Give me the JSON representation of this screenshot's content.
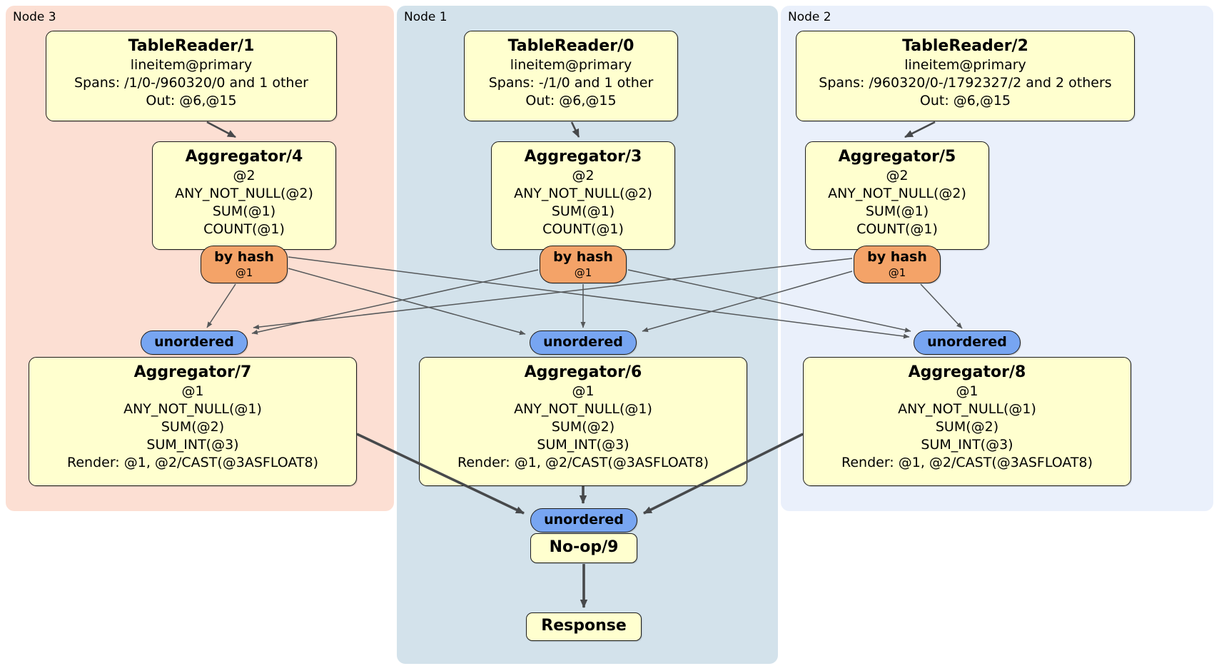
{
  "regions": {
    "node3": {
      "label": "Node 3",
      "bg": "#fcdfd3"
    },
    "node1": {
      "label": "Node 1",
      "bg": "#d3e2eb"
    },
    "node2": {
      "label": "Node 2",
      "bg": "#eaf0fb"
    }
  },
  "colors": {
    "processor_fill": "#ffffcf",
    "router_fill": "#f4a368",
    "sync_fill": "#77a5f1",
    "edge_thin": "#55585a",
    "edge_thick": "#47494b",
    "border": "#1c1c1c"
  },
  "processors": {
    "tr1": {
      "title": "TableReader/1",
      "lines": [
        "lineitem@primary",
        "Spans: /1/0-/960320/0 and 1 other",
        "Out: @6,@15"
      ]
    },
    "tr0": {
      "title": "TableReader/0",
      "lines": [
        "lineitem@primary",
        "Spans: -/1/0 and 1 other",
        "Out: @6,@15"
      ]
    },
    "tr2": {
      "title": "TableReader/2",
      "lines": [
        "lineitem@primary",
        "Spans: /960320/0-/1792327/2 and 2 others",
        "Out: @6,@15"
      ]
    },
    "agg4": {
      "title": "Aggregator/4",
      "lines": [
        "@2",
        "ANY_NOT_NULL(@2)",
        "SUM(@1)",
        "COUNT(@1)"
      ]
    },
    "agg3": {
      "title": "Aggregator/3",
      "lines": [
        "@2",
        "ANY_NOT_NULL(@2)",
        "SUM(@1)",
        "COUNT(@1)"
      ]
    },
    "agg5": {
      "title": "Aggregator/5",
      "lines": [
        "@2",
        "ANY_NOT_NULL(@2)",
        "SUM(@1)",
        "COUNT(@1)"
      ]
    },
    "agg7": {
      "title": "Aggregator/7",
      "lines": [
        "@1",
        "ANY_NOT_NULL(@1)",
        "SUM(@2)",
        "SUM_INT(@3)",
        "Render: @1, @2/CAST(@3ASFLOAT8)"
      ]
    },
    "agg6": {
      "title": "Aggregator/6",
      "lines": [
        "@1",
        "ANY_NOT_NULL(@1)",
        "SUM(@2)",
        "SUM_INT(@3)",
        "Render: @1, @2/CAST(@3ASFLOAT8)"
      ]
    },
    "agg8": {
      "title": "Aggregator/8",
      "lines": [
        "@1",
        "ANY_NOT_NULL(@1)",
        "SUM(@2)",
        "SUM_INT(@3)",
        "Render: @1, @2/CAST(@3ASFLOAT8)"
      ]
    }
  },
  "router": {
    "label": "by hash",
    "key": "@1"
  },
  "sync": {
    "label": "unordered"
  },
  "chain": {
    "noop_title": "No-op/9",
    "response_title": "Response"
  },
  "edges": [
    {
      "from": "TableReader/1",
      "to": "Aggregator/4"
    },
    {
      "from": "TableReader/0",
      "to": "Aggregator/3"
    },
    {
      "from": "TableReader/2",
      "to": "Aggregator/5"
    },
    {
      "from": "Aggregator/4 by hash",
      "to": "unordered (Aggregator/7)"
    },
    {
      "from": "Aggregator/4 by hash",
      "to": "unordered (Aggregator/6)"
    },
    {
      "from": "Aggregator/4 by hash",
      "to": "unordered (Aggregator/8)"
    },
    {
      "from": "Aggregator/3 by hash",
      "to": "unordered (Aggregator/7)"
    },
    {
      "from": "Aggregator/3 by hash",
      "to": "unordered (Aggregator/6)"
    },
    {
      "from": "Aggregator/3 by hash",
      "to": "unordered (Aggregator/8)"
    },
    {
      "from": "Aggregator/5 by hash",
      "to": "unordered (Aggregator/7)"
    },
    {
      "from": "Aggregator/5 by hash",
      "to": "unordered (Aggregator/6)"
    },
    {
      "from": "Aggregator/5 by hash",
      "to": "unordered (Aggregator/8)"
    },
    {
      "from": "Aggregator/7",
      "to": "unordered (No-op/9)"
    },
    {
      "from": "Aggregator/6",
      "to": "unordered (No-op/9)"
    },
    {
      "from": "Aggregator/8",
      "to": "unordered (No-op/9)"
    },
    {
      "from": "No-op/9",
      "to": "Response"
    }
  ]
}
